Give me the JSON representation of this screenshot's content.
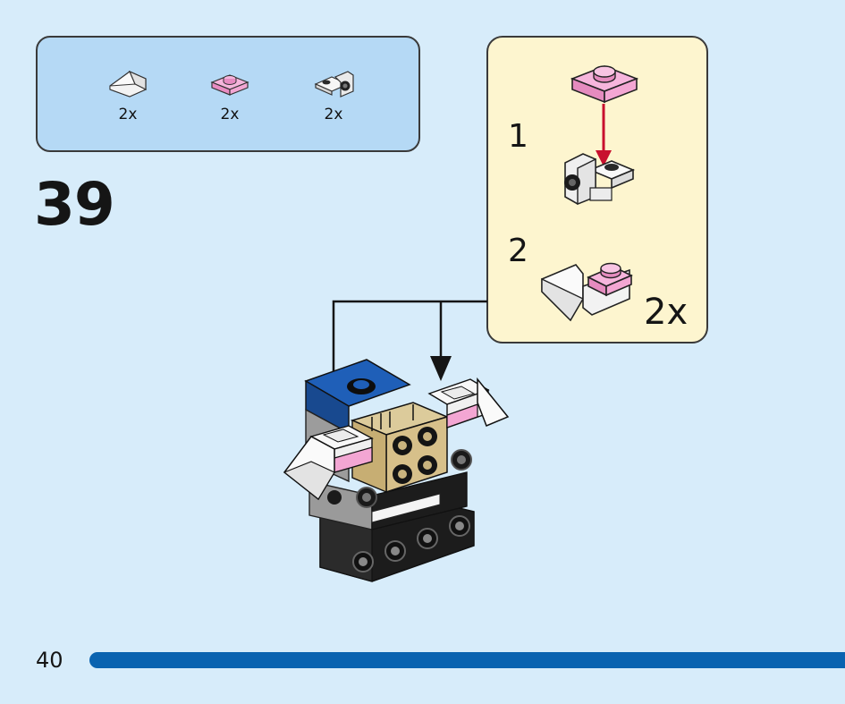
{
  "parts": [
    {
      "icon": "white-slope-brick-icon",
      "qty": "2x"
    },
    {
      "icon": "pink-plate-icon",
      "qty": "2x"
    },
    {
      "icon": "white-bracket-icon",
      "qty": "2x"
    }
  ],
  "step_number": "39",
  "callout": {
    "substeps": [
      "1",
      "2"
    ],
    "multiplier": "2x"
  },
  "page_number": "40",
  "colors": {
    "background": "#d7ecfa",
    "parts_box": "#b5d9f5",
    "callout_box": "#fdf5cf",
    "progress_bar": "#0a63b0",
    "pink": "#f3a6d3",
    "arrow_red": "#c8102e"
  }
}
